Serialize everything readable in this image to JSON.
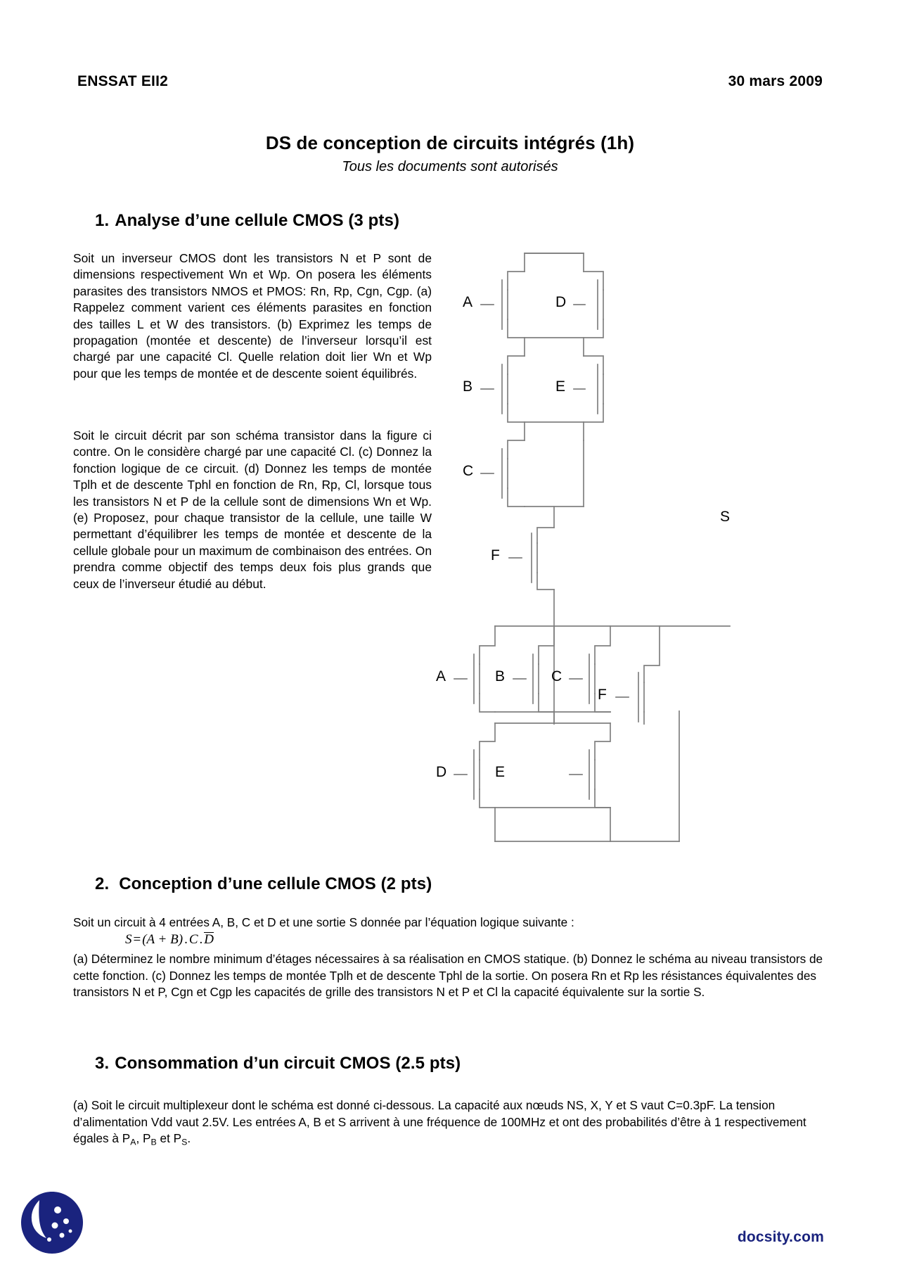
{
  "header": {
    "course": "ENSSAT EII2",
    "date": "30 mars 2009"
  },
  "title": "DS de conception de circuits intégrés (1h)",
  "subtitle": "Tous les documents sont autorisés",
  "sections": [
    {
      "number": "1.",
      "heading": "Analyse d’une cellule CMOS (3 pts)",
      "paragraph_1": "Soit un inverseur CMOS dont les transistors N et P sont de dimensions respectivement Wn et Wp. On posera les éléments parasites des transistors NMOS et PMOS: Rn, Rp, Cgn, Cgp. (a) Rappelez comment varient ces éléments parasites en fonction des tailles L et W des transistors. (b) Exprimez les temps de propagation (montée et descente) de l’inverseur lorsqu’il est chargé par une capacité Cl. Quelle relation doit lier Wn et Wp pour que les temps de montée et de descente soient équilibrés.",
      "paragraph_2": "Soit le circuit décrit par son schéma transistor dans la figure ci contre. On le considère chargé par une capacité Cl. (c) Donnez la fonction logique de ce circuit. (d) Donnez les temps de montée Tplh et de descente Tphl en fonction de Rn, Rp, Cl, lorsque tous les transistors N et P de la cellule sont de dimensions Wn et Wp. (e) Proposez, pour chaque transistor de la cellule, une taille W permettant d’équilibrer les temps de montée et descente de la cellule globale pour un maximum de combinaison des entrées. On prendra comme objectif des temps deux fois plus grands que ceux de l’inverseur étudié au début."
    },
    {
      "number": "2.",
      "heading": "Conception d’une cellule CMOS (2 pts)",
      "intro": "Soit un circuit à 4 entrées A, B, C et D et une sortie S donnée par l’équation logique suivante :",
      "equation": {
        "lhs": "S",
        "equals": "=",
        "group": "(A + B)",
        "dot1": ".",
        "term_c": "C",
        "dot2": ".",
        "term_d_overline": "D"
      },
      "items": "(a) Déterminez le nombre minimum d’étages nécessaires à sa réalisation en CMOS statique. (b) Donnez le schéma au niveau transistors de cette fonction. (c) Donnez les temps de montée Tplh et de descente Tphl de la sortie. On posera Rn et Rp les résistances équivalentes des transistors N et P, Cgn et Cgp les capacités de grille des transistors N et P et Cl la capacité équivalente sur la sortie S."
    },
    {
      "number": "3.",
      "heading": "Consommation d’un circuit CMOS (2.5 pts)",
      "body_part_1": "(a) Soit le circuit multiplexeur dont le schéma est donné ci-dessous. La capacité aux nœuds NS, X, Y et S vaut C=0.3pF. La tension d’alimentation Vdd vaut 2.5V. Les entrées A, B et S arrivent à une fréquence de 100MHz et ont des probabilités d’être à 1 respectivement égales à P",
      "body_sub_a": "A",
      "body_part_2": ", P",
      "body_sub_b": "B",
      "body_part_3": " et P",
      "body_sub_s": "S",
      "body_part_4": "."
    }
  ],
  "schematic": {
    "labels": {
      "pmos_a": "A",
      "pmos_d": "D",
      "pmos_b": "B",
      "pmos_e": "E",
      "pmos_c": "C",
      "pmos_f": "F",
      "nmos_a": "A",
      "nmos_b": "B",
      "nmos_c": "C",
      "nmos_f": "F",
      "nmos_d": "D",
      "nmos_e": "E",
      "output": "S"
    },
    "wire_color": "#808080",
    "bubble_color": "#bcd2e8"
  },
  "footer": {
    "brand": "docsity.com",
    "brand_color": "#1a237e"
  }
}
